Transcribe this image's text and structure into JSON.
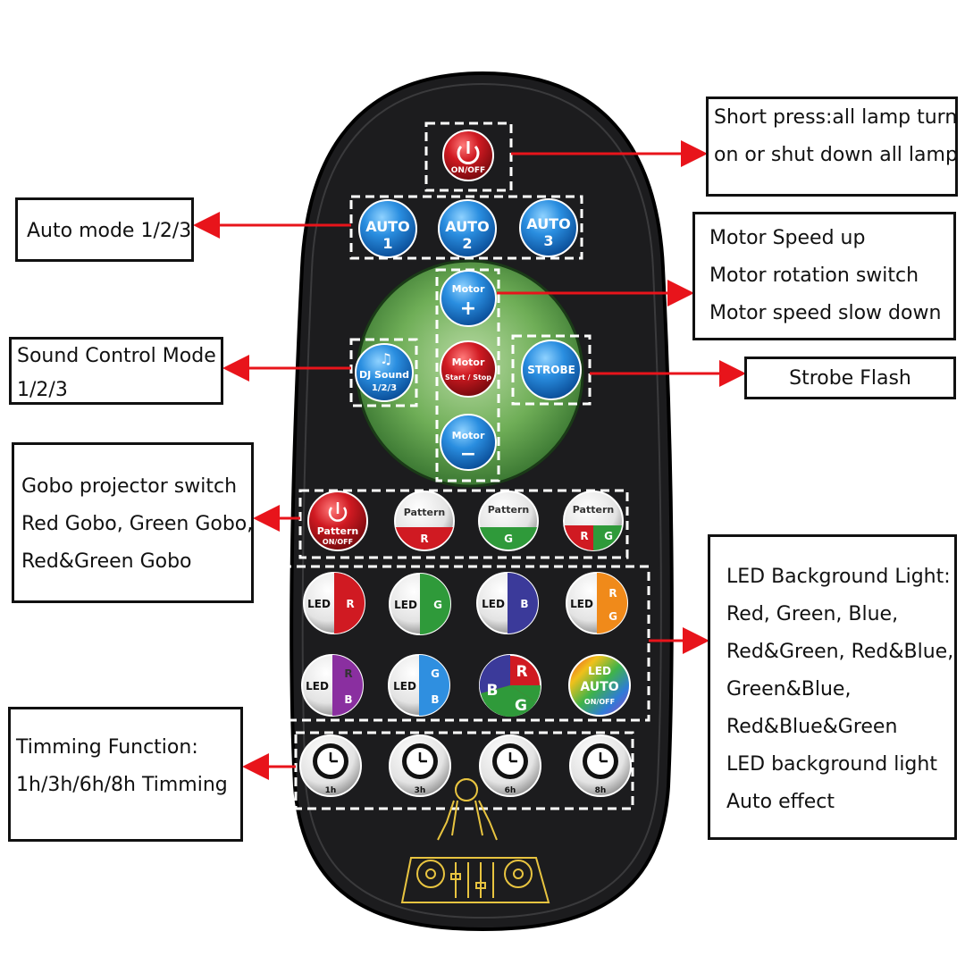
{
  "remote": {
    "power": {
      "label": "ON/OFF"
    },
    "auto_buttons": [
      {
        "top": "AUTO",
        "num": "1"
      },
      {
        "top": "AUTO",
        "num": "2"
      },
      {
        "top": "AUTO",
        "num": "3"
      }
    ],
    "motor_plus": {
      "top": "Motor",
      "sign": "+"
    },
    "motor_start": {
      "top": "Motor",
      "bottom": "Start / Stop"
    },
    "motor_minus": {
      "top": "Motor",
      "sign": "−"
    },
    "dj_sound": {
      "top": "DJ Sound",
      "bottom": "1/2/3"
    },
    "strobe": {
      "label": "STROBE"
    },
    "pattern_onoff": {
      "top": "Pattern",
      "bottom": "ON/OFF"
    },
    "pattern_buttons": [
      {
        "top": "Pattern",
        "left": "R",
        "right": ""
      },
      {
        "top": "Pattern",
        "left": "G",
        "right": ""
      },
      {
        "top": "Pattern",
        "left": "R",
        "right": "G"
      }
    ],
    "led_row1": [
      {
        "left": "LED",
        "right": "R"
      },
      {
        "left": "LED",
        "right": "G"
      },
      {
        "left": "LED",
        "right": "B"
      },
      {
        "left": "LED",
        "right": "R\nG"
      }
    ],
    "led_row2": [
      {
        "left": "LED",
        "right_top": "R",
        "right_bottom": "B"
      },
      {
        "left": "LED",
        "right_top": "G",
        "right_bottom": "B"
      },
      {
        "tri": [
          "R",
          "B",
          "G"
        ]
      },
      {
        "top": "LED",
        "mid": "AUTO",
        "bottom": "ON/OFF"
      }
    ],
    "timers": [
      {
        "label": "1h"
      },
      {
        "label": "3h"
      },
      {
        "label": "6h"
      },
      {
        "label": "8h"
      }
    ]
  },
  "callouts": {
    "onoff": [
      "Short press:all lamp turn",
      "on or shut down all lamp"
    ],
    "auto": [
      "Auto mode 1/2/3"
    ],
    "motor": [
      "Motor Speed up",
      "Motor rotation switch",
      "Motor speed slow down"
    ],
    "sound": [
      "Sound Control Mode",
      "1/2/3"
    ],
    "strobe": [
      "Strobe Flash"
    ],
    "gobo": [
      "Gobo projector switch",
      "Red Gobo, Green Gobo,",
      "Red&Green Gobo"
    ],
    "led": [
      "LED Background Light:",
      "Red, Green, Blue,",
      "Red&Green, Red&Blue,",
      "Green&Blue,",
      "Red&Blue&Green",
      "LED background light",
      "Auto effect"
    ],
    "timer": [
      "Timming Function:",
      "1h/3h/6h/8h Timming"
    ]
  },
  "colors": {
    "arrow": "#e8141b",
    "remote_body": "#1c1c1e",
    "blue_button": "#1e7fd6",
    "red_button": "#c4141c",
    "green_pad": "#5fa34a",
    "dashed": "#ffffff"
  }
}
